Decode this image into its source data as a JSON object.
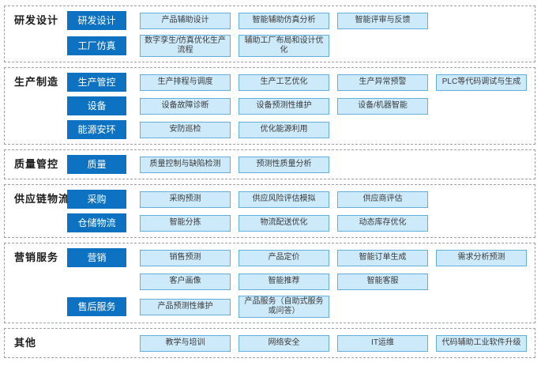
{
  "colors": {
    "badge_bg": "#0d72c2",
    "box_bg": "#cdeafa",
    "box_border": "#62aedd",
    "dash_border": "#9aa0a6"
  },
  "sections": [
    {
      "name": "rnd-design",
      "label": "研发设计",
      "rows": [
        {
          "badge": "研发设计",
          "boxes": [
            "产品辅助设计",
            "智能辅助仿真分析",
            "智能评审与反馈"
          ]
        },
        {
          "badge": "工厂仿真",
          "boxes": [
            "数字孪生/仿真优化生产流程",
            "辅助工厂布局和设计优化"
          ]
        }
      ]
    },
    {
      "name": "production-manufacturing",
      "label": "生产制造",
      "rows": [
        {
          "badge": "生产管控",
          "boxes": [
            "生产排程与调度",
            "生产工艺优化",
            "生产异常预警",
            "PLC等代码调试与生成"
          ]
        },
        {
          "badge": "设备",
          "boxes": [
            "设备故障诊断",
            "设备预测性维护",
            "设备/机器智能"
          ]
        },
        {
          "badge": "能源安环",
          "boxes": [
            "安防巡检",
            "优化能源利用"
          ]
        }
      ]
    },
    {
      "name": "quality-control",
      "label": "质量管控",
      "rows": [
        {
          "badge": "质量",
          "boxes": [
            "质量控制与缺陷检测",
            "预测性质量分析"
          ]
        }
      ]
    },
    {
      "name": "supply-chain-logistics",
      "label": "供应链物流",
      "rows": [
        {
          "badge": "采购",
          "boxes": [
            "采购预测",
            "供应风险评估模拟",
            "供应商评估"
          ]
        },
        {
          "badge": "仓储物流",
          "boxes": [
            "智能分拣",
            "物流配送优化",
            "动态库存优化"
          ]
        }
      ]
    },
    {
      "name": "marketing-services",
      "label": "营销服务",
      "rows": [
        {
          "badge": "营销",
          "boxes": [
            "销售预测",
            "产品定价",
            "智能订单生成",
            "需求分析预测"
          ]
        },
        {
          "badge": null,
          "boxes": [
            "客户画像",
            "智能推荐",
            "智能客服"
          ]
        },
        {
          "badge": "售后服务",
          "boxes": [
            "产品预测性维护",
            "产品服务（自助式服务或问答）"
          ]
        }
      ]
    },
    {
      "name": "others",
      "label": "其他",
      "rows": [
        {
          "badge": null,
          "boxes": [
            "教学与培训",
            "网络安全",
            "IT运维",
            "代码辅助工业软件升级"
          ]
        }
      ]
    }
  ]
}
